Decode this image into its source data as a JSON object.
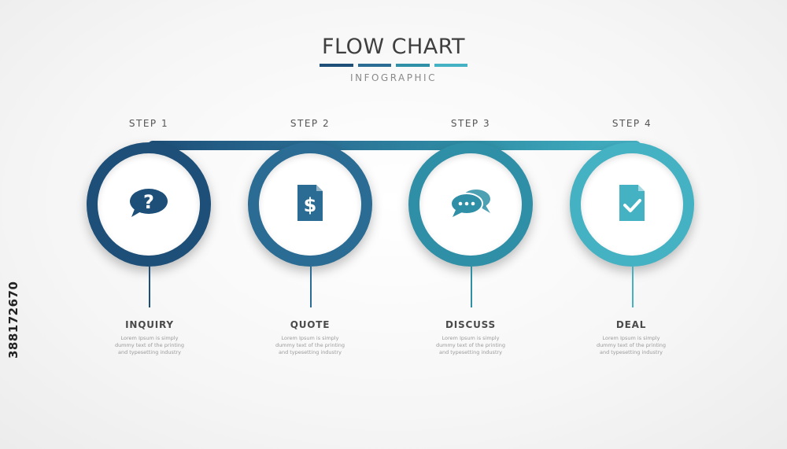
{
  "header": {
    "title": "FLOW CHART",
    "subtitle": "INFOGRAPHIC"
  },
  "colors": {
    "step1": "#1d4f78",
    "step2": "#2a6c93",
    "step3": "#2f8fa6",
    "step4": "#45b2c4"
  },
  "steps": [
    {
      "label": "STEP 1",
      "name": "INQUIRY",
      "icon": "question-chat-icon",
      "desc1": "Lorem Ipsum is simply",
      "desc2": "dummy text of the printing",
      "desc3": "and typesetting industry"
    },
    {
      "label": "STEP 2",
      "name": "QUOTE",
      "icon": "dollar-document-icon",
      "desc1": "Lorem Ipsum is simply",
      "desc2": "dummy text of the printing",
      "desc3": "and typesetting industry"
    },
    {
      "label": "STEP 3",
      "name": "DISCUSS",
      "icon": "chat-bubbles-icon",
      "desc1": "Lorem Ipsum is simply",
      "desc2": "dummy text of the printing",
      "desc3": "and typesetting industry"
    },
    {
      "label": "STEP 4",
      "name": "DEAL",
      "icon": "checked-document-icon",
      "desc1": "Lorem Ipsum is simply",
      "desc2": "dummy text of the printing",
      "desc3": "and typesetting industry"
    }
  ],
  "stock_id": "388172670"
}
